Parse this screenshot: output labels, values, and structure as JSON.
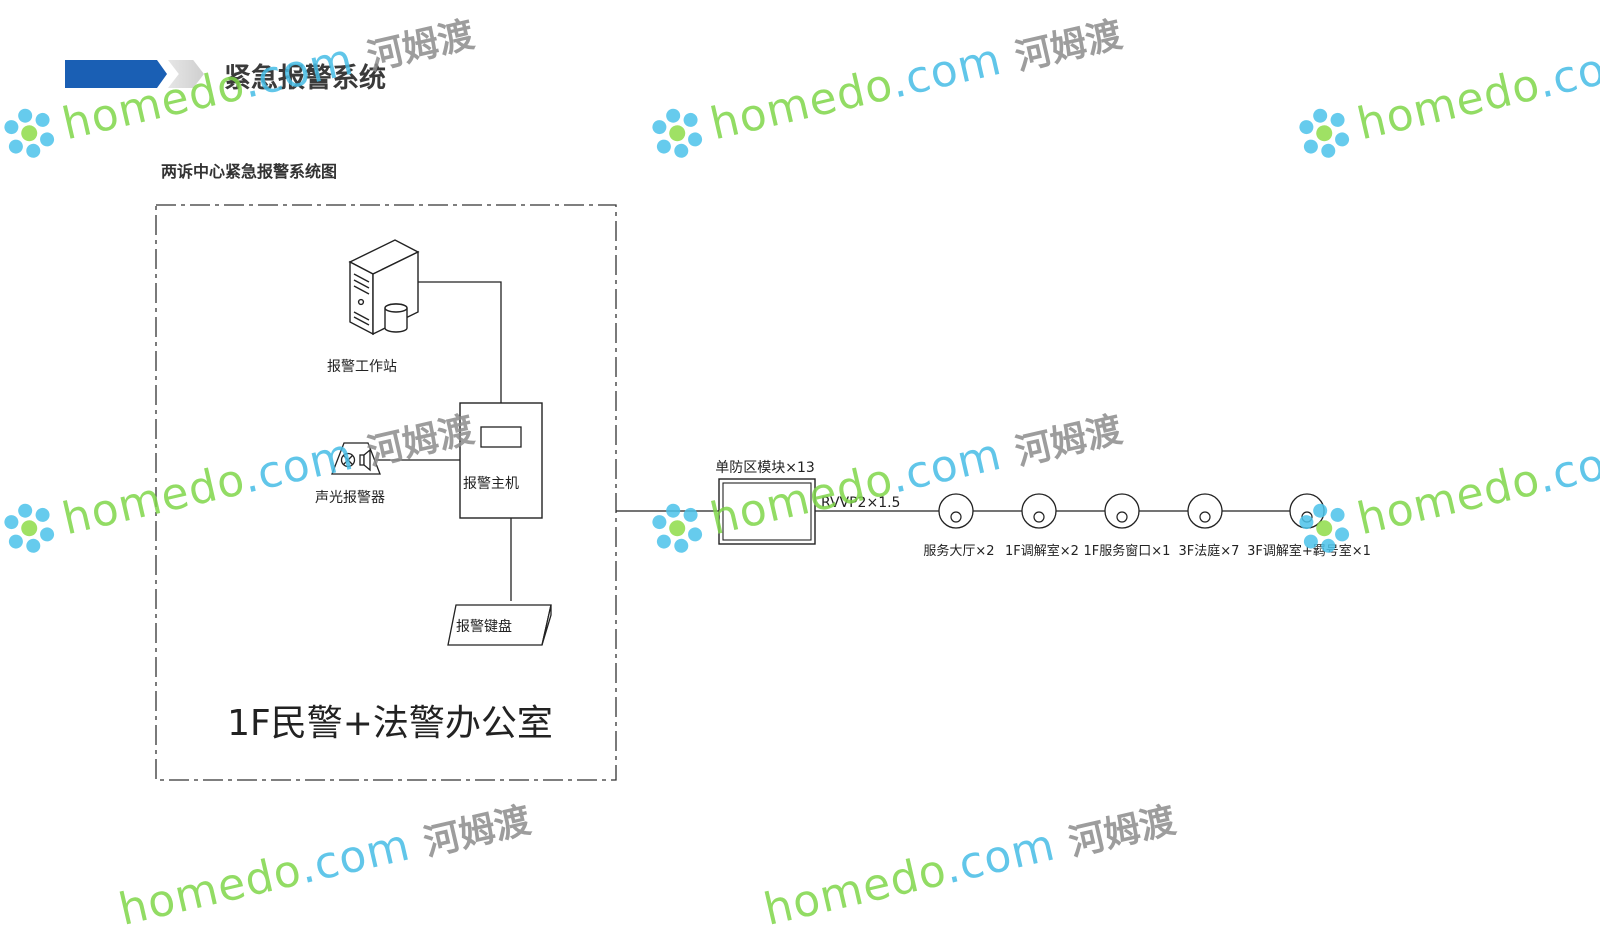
{
  "header": {
    "title": "紧急报警系统",
    "accent_color": "#1a5fb4"
  },
  "diagram": {
    "title": "两诉中心紧急报警系统图",
    "room_label": "1F民警+法警办公室",
    "workstation_label": "报警工作站",
    "host_label": "报警主机",
    "siren_label": "声光报警器",
    "keyboard_label": "报警键盘",
    "module_label": "单防区模块×13",
    "cable_label": "RVVP2×1.5",
    "buttons": [
      {
        "label": "服务大厅×2"
      },
      {
        "label": "1F调解室×2"
      },
      {
        "label": "1F服务窗口×1"
      },
      {
        "label": "3F法庭×7"
      },
      {
        "label": "3F调解室+羁号室×1"
      }
    ]
  },
  "watermark": {
    "brand": "homedo",
    "domain": ".com",
    "cn": "河姆渡"
  }
}
